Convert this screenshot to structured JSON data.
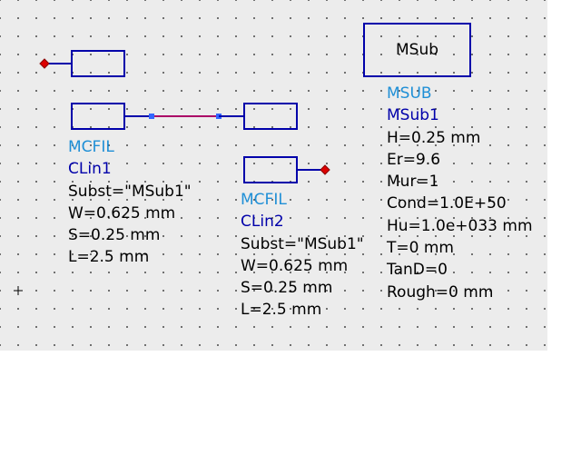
{
  "components": [
    {
      "type": "MCFIL",
      "name": "CLin1",
      "props": [
        "Subst=\"MSub1\"",
        "W=0.625 mm",
        "S=0.25 mm",
        "L=2.5 mm"
      ]
    },
    {
      "type": "MCFIL",
      "name": "CLin2",
      "props": [
        "Subst=\"MSub1\"",
        "W=0.625 mm",
        "S=0.25 mm",
        "L=2.5 mm"
      ]
    },
    {
      "type": "MSUB",
      "name": "MSub1",
      "box_label": "MSub",
      "props": [
        "H=0.25 mm",
        "Er=9.6",
        "Mur=1",
        "Cond=1.0E+50",
        "Hu=1.0e+033 mm",
        "T=0 mm",
        "TanD=0",
        "Rough=0 mm"
      ]
    }
  ],
  "colors": {
    "canvas": "#ececec",
    "component_stroke": "#0000aa",
    "wire": "#aa0066",
    "port_marker": "#dd0000",
    "type_label": "#1f8fd6",
    "name_label": "#0000aa"
  }
}
